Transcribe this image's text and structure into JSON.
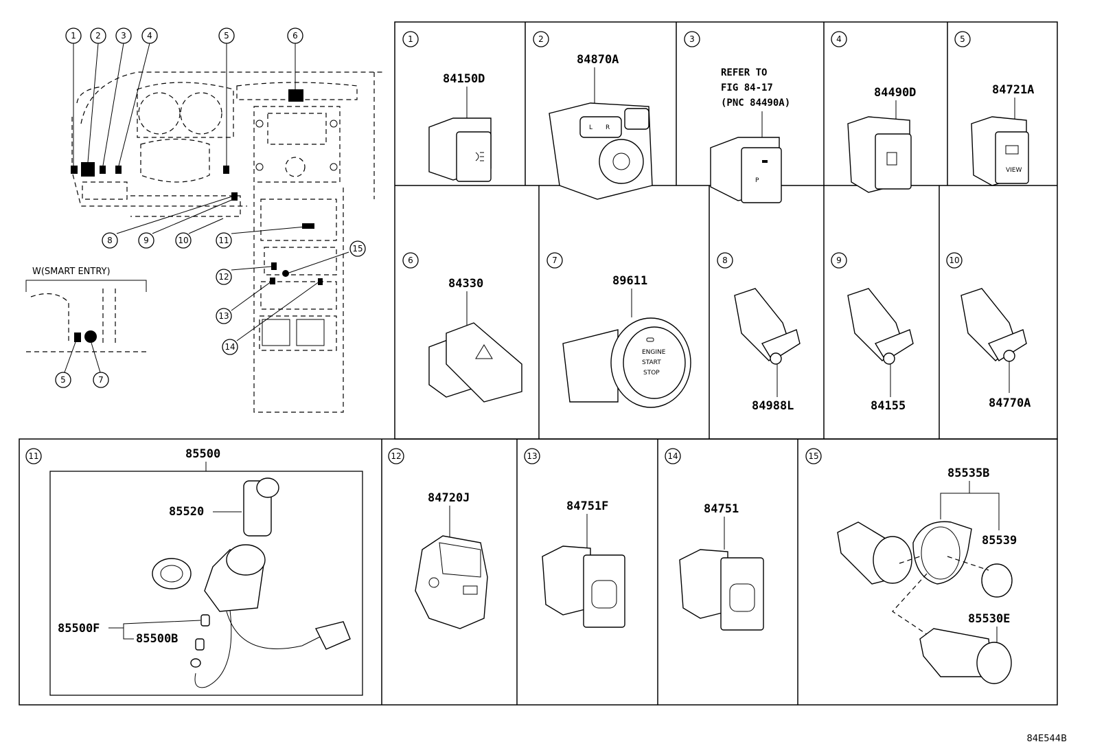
{
  "figure_code": "84E544B",
  "overview": {
    "callouts": [
      "1",
      "2",
      "3",
      "4",
      "5",
      "6",
      "8",
      "9",
      "10",
      "11",
      "12",
      "13",
      "14",
      "15"
    ],
    "smart_entry": {
      "label": "W(SMART ENTRY)",
      "callouts": [
        "5",
        "7"
      ]
    }
  },
  "panels": [
    {
      "num": "1",
      "parts": [
        "84150D"
      ]
    },
    {
      "num": "2",
      "parts": [
        "84870A"
      ]
    },
    {
      "num": "3",
      "parts": [],
      "note": [
        "REFER TO",
        "FIG 84-17",
        "(PNC 84490A)"
      ]
    },
    {
      "num": "4",
      "parts": [
        "84490D"
      ]
    },
    {
      "num": "5",
      "parts": [
        "84721A"
      ],
      "icon_text": "VIEW"
    },
    {
      "num": "6",
      "parts": [
        "84330"
      ]
    },
    {
      "num": "7",
      "parts": [
        "89611"
      ],
      "icon_text": [
        "ENGINE",
        "START",
        "STOP"
      ]
    },
    {
      "num": "8",
      "parts": [
        "84988L"
      ]
    },
    {
      "num": "9",
      "parts": [
        "84155"
      ]
    },
    {
      "num": "10",
      "parts": [
        "84770A"
      ]
    },
    {
      "num": "11",
      "parts": [
        "85500",
        "85520",
        "85500F",
        "85500B"
      ]
    },
    {
      "num": "12",
      "parts": [
        "84720J"
      ]
    },
    {
      "num": "13",
      "parts": [
        "84751F"
      ]
    },
    {
      "num": "14",
      "parts": [
        "84751"
      ]
    },
    {
      "num": "15",
      "parts": [
        "85535B",
        "85539",
        "85530E"
      ]
    }
  ]
}
